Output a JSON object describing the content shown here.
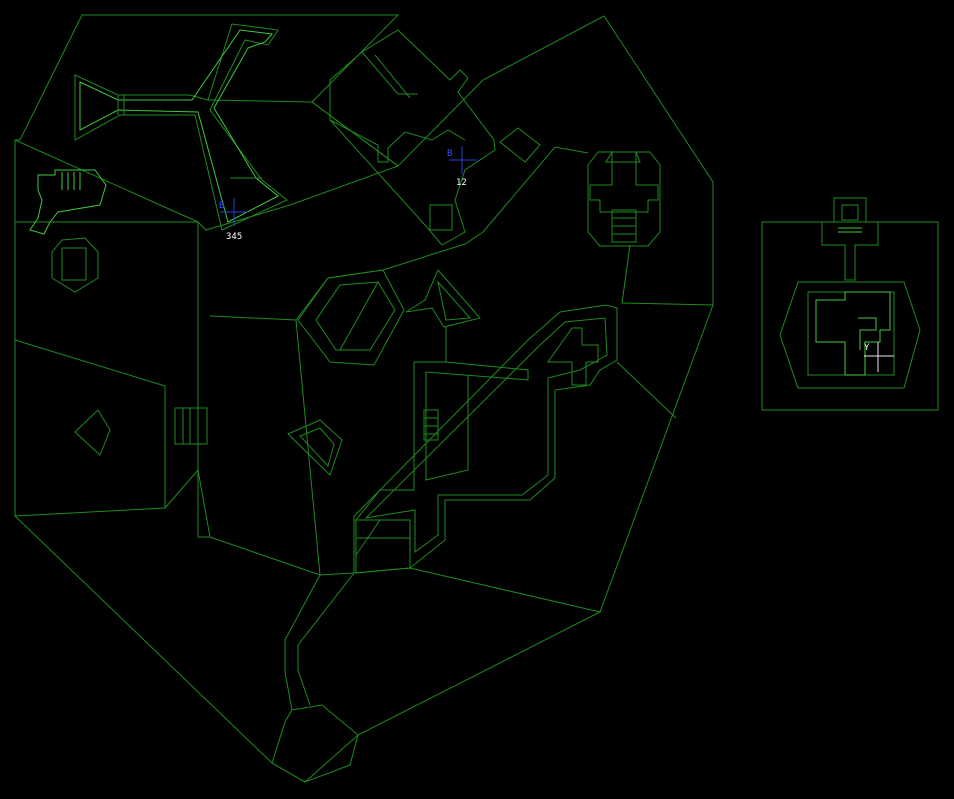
{
  "map": {
    "colors": {
      "background": "#000000",
      "wall": "#1e8a1e",
      "wall_bright": "#3fc83f",
      "marker_b": "#2a3fd8",
      "marker_y": "#e8e8e8"
    },
    "markers": [
      {
        "id": "marker-1",
        "letter": "B",
        "number": "345"
      },
      {
        "id": "marker-2",
        "letter": "B",
        "number": "12"
      },
      {
        "id": "marker-3",
        "letter": "Y",
        "number": ""
      }
    ]
  }
}
